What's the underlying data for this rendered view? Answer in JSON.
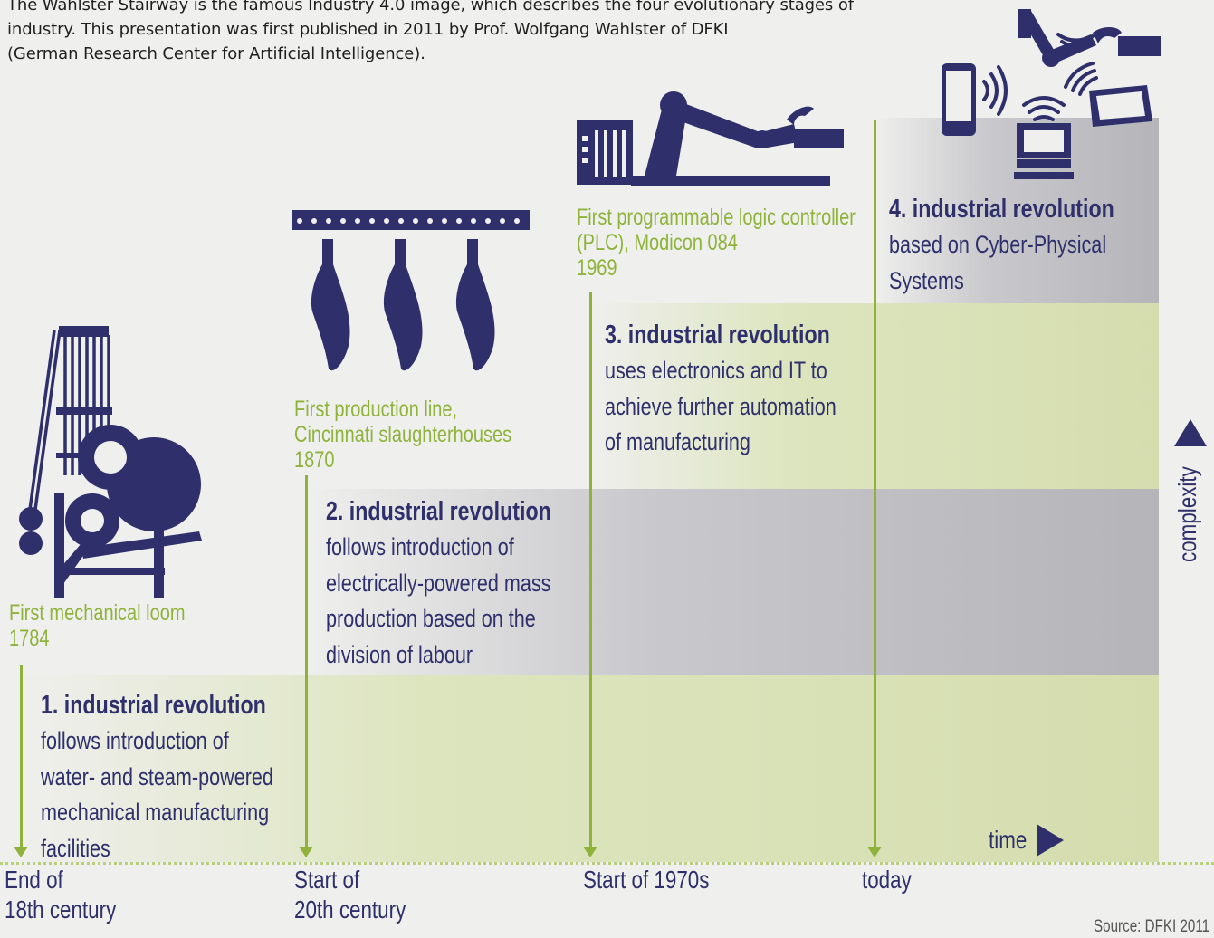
{
  "intro": {
    "line1": "The Wahlster Stairway is the famous Industry 4.0 image, which describes the four evolutionary stages of",
    "line2": "industry. This presentation was first published in 2011 by Prof. Wolfgang Wahlster of DFKI",
    "line3": "(German Research Center for Artificial Intelligence)."
  },
  "milestones": [
    {
      "line1": "First mechanical loom",
      "line2": "1784",
      "icon": "loom-icon"
    },
    {
      "line1": "First production line,",
      "line2": "Cincinnati slaughterhouses",
      "line3": "1870",
      "icon": "production-line-icon"
    },
    {
      "line1": "First programmable logic controller",
      "line2": "(PLC), Modicon 084",
      "line3": "1969",
      "icon": "plc-robot-arm-icon"
    },
    {
      "icon": "cyber-physical-devices-icon"
    }
  ],
  "revolutions": [
    {
      "title": "1. industrial revolution",
      "lines": [
        "follows introduction of",
        "water- and steam-powered",
        "mechanical manufacturing",
        "facilities"
      ]
    },
    {
      "title": "2. industrial revolution",
      "lines": [
        "follows introduction of",
        "electrically-powered mass",
        "production based on the",
        "division of labour"
      ]
    },
    {
      "title": "3. industrial revolution",
      "lines": [
        "uses electronics and IT to",
        "achieve further automation",
        "of manufacturing"
      ]
    },
    {
      "title": "4. industrial revolution",
      "lines": [
        "based on Cyber-Physical",
        "Systems"
      ]
    }
  ],
  "timeline": [
    {
      "line1": "End of",
      "line2": "18th century"
    },
    {
      "line1": "Start of",
      "line2": "20th century"
    },
    {
      "line1": "Start of 1970s"
    },
    {
      "line1": "today"
    }
  ],
  "axes": {
    "x_label": "time",
    "y_label": "complexity"
  },
  "source": "Source: DFKI 2011",
  "colors": {
    "navy": "#2e2f6b",
    "green": "#8fb33a",
    "band_green": "#d5ddaf",
    "band_grey": "#b5b5b9"
  }
}
